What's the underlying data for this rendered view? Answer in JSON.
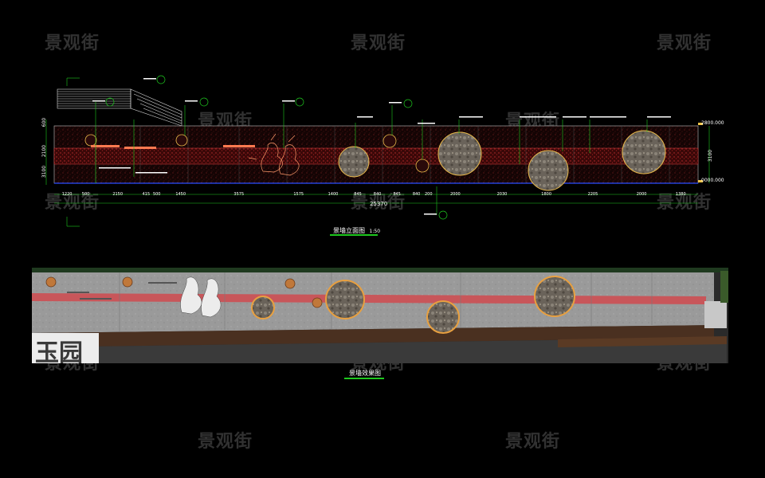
{
  "watermark": "景观街",
  "elevation": {
    "title": "景墙立面图",
    "scale": "1:50",
    "dims": [
      "1220",
      "500",
      "2150",
      "415",
      "500",
      "1450",
      "3575",
      "1575",
      "1400",
      "845",
      "840",
      "845",
      "840",
      "200",
      "2000",
      "2030",
      "1800",
      "2205",
      "2000",
      "1380"
    ],
    "total": "25370",
    "level_top": "2800.000",
    "level_bottom": "0000.000",
    "left_dims": [
      "600",
      "2100",
      "3100"
    ],
    "right_dim": "3100"
  },
  "rendering": {
    "title": "景墙效果图",
    "sign_text": "玉园"
  }
}
